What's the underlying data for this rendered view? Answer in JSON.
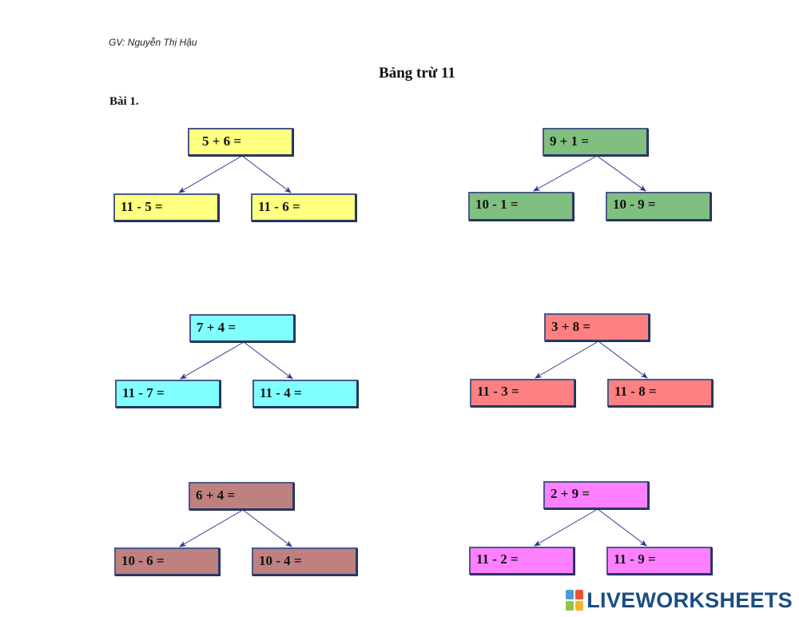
{
  "header": {
    "teacher": "GV: Nguyễn Thị Hậu",
    "title": "Bảng trừ 11",
    "exercise": "Bài 1."
  },
  "trees": [
    {
      "top": "5 + 6 =",
      "left": "11 - 5 =",
      "right": "11 - 6 =",
      "color": "#ffff80"
    },
    {
      "top": "9 + 1 =",
      "left": "10 - 1 =",
      "right": "10 - 9 =",
      "color": "#80bf7f"
    },
    {
      "top": "7 + 4 =",
      "left": "11 - 7 =",
      "right": "11 - 4 =",
      "color": "#80ffff"
    },
    {
      "top": "3 + 8 =",
      "left": "11 - 3 =",
      "right": "11 - 8 =",
      "color": "#ff8080"
    },
    {
      "top": "6 + 4 =",
      "left": "10 - 6 =",
      "right": "10 - 4 =",
      "color": "#bf8080"
    },
    {
      "top": "2 + 9 =",
      "left": "11 - 2 =",
      "right": "11 - 9 =",
      "color": "#ff80ff"
    }
  ],
  "logo": {
    "text": "LIVEWORKSHEETS",
    "mark_colors": [
      "#4a9cd6",
      "#e8542f",
      "#8dc63f",
      "#f7b32b"
    ]
  }
}
